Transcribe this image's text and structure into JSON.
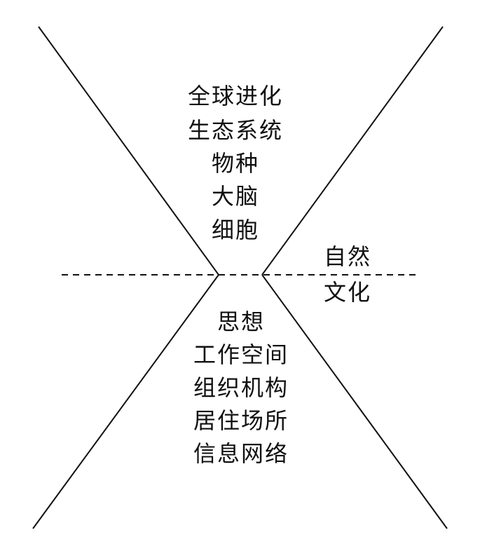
{
  "upper_items": [
    "全球进化",
    "生态系统",
    "物种",
    "大脑",
    "细胞"
  ],
  "lower_items": [
    "思想",
    "工作空间",
    "组织机构",
    "居住场所",
    "信息网络"
  ],
  "divider_labels": {
    "above": "自然",
    "below": "文化"
  }
}
